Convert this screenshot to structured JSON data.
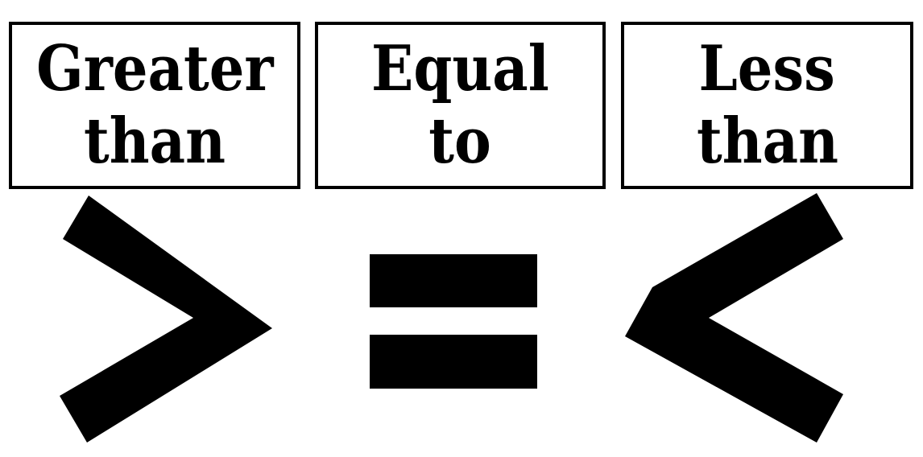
{
  "labels": {
    "greater": {
      "line1": "Greater",
      "line2": "than"
    },
    "equal": {
      "line1": "Equal",
      "line2": "to"
    },
    "less": {
      "line1": "Less",
      "line2": "than"
    }
  },
  "symbols": {
    "greater": "greater-than-sign-icon",
    "equal": "equals-sign-icon",
    "less": "less-than-sign-icon"
  },
  "colors": {
    "ink": "#000000",
    "background": "#ffffff"
  }
}
